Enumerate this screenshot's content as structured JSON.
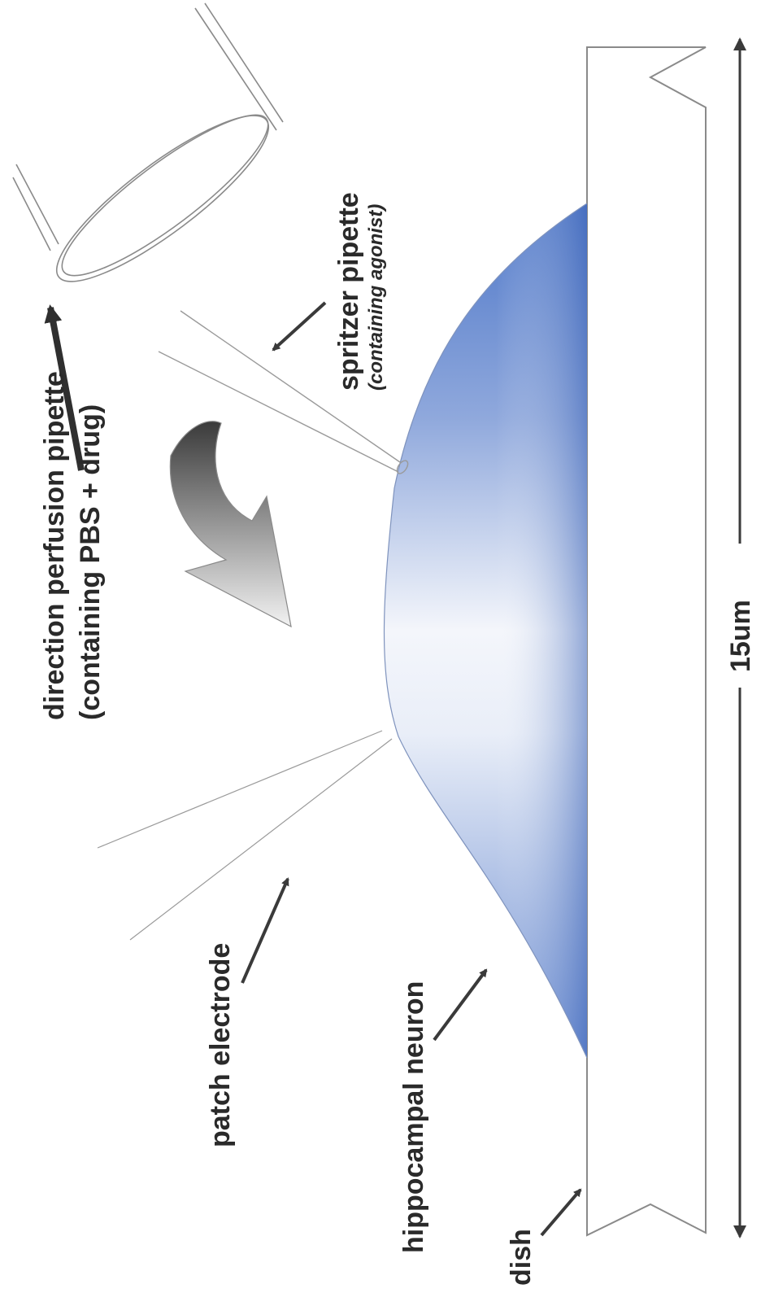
{
  "labels": {
    "perfusion_line1": "direction perfusion pipette",
    "perfusion_line2": "(containing PBS + drug)",
    "spritzer_line1": "spritzer pipette",
    "spritzer_line2": "(containing agonist)",
    "scale": "15um",
    "patch": "patch electrode",
    "neuron": "hippocampal neuron",
    "dish": "dish"
  },
  "colors": {
    "neuron_dark": "#4f78c9",
    "neuron_mid": "#9db3e0",
    "neuron_light": "#f4f6fb",
    "ink": "#2f2f2f",
    "outline": "#8a8a8a",
    "curved_arrow_dark": "#3a3a3a",
    "curved_arrow_light": "#f2f2f2"
  }
}
